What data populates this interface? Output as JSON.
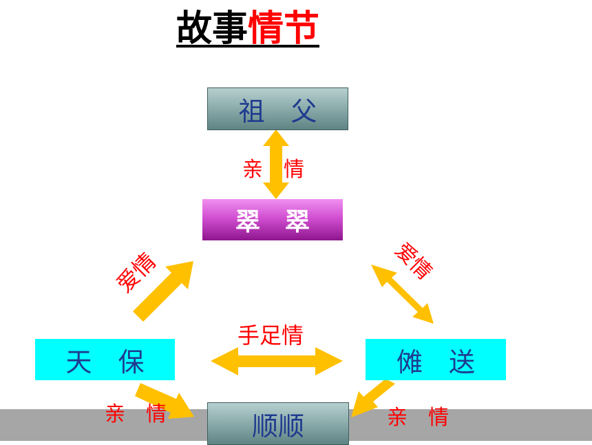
{
  "title": {
    "part1": "故事",
    "part2": "情节"
  },
  "nodes": {
    "grandfather": "祖　父",
    "cuicui": "翠　翠",
    "tianbao": "天　保",
    "nuosong": "傩　送",
    "shunshun": "顺顺"
  },
  "edges": {
    "grandfather_cuicui": "亲　情",
    "tianbao_cuicui": "爱情",
    "nuosong_cuicui": "爱情",
    "brothers": "手足情",
    "tianbao_shunshun": "亲　情",
    "nuosong_shunshun": "亲　情"
  },
  "colors": {
    "arrow": "#ffc000",
    "label": "#ff0000"
  }
}
